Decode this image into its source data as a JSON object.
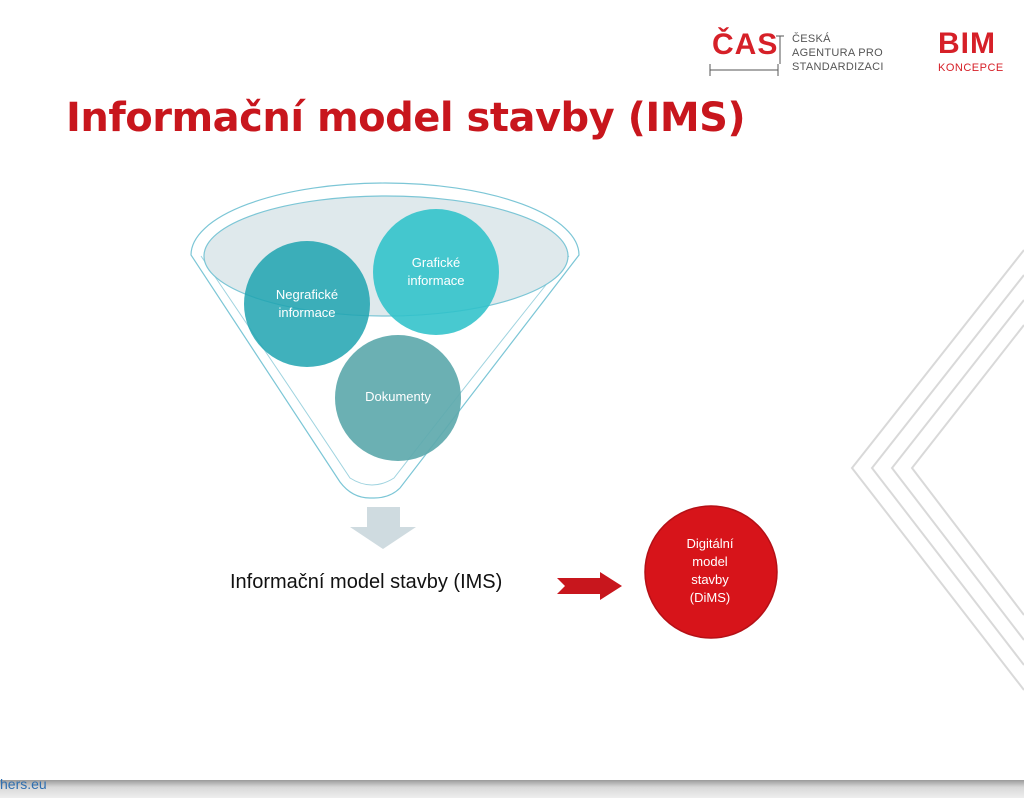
{
  "header": {
    "cas_logo": {
      "mark": "ČAS",
      "lines": [
        "ČESKÁ",
        "AGENTURA PRO",
        "STANDARDIZACI"
      ]
    },
    "bim_logo": {
      "mark": "BIM",
      "sub": "KONCEPCE"
    }
  },
  "title": "Informační model stavby (IMS)",
  "funnel": {
    "items": [
      {
        "label_lines": [
          "Negrafické",
          "informace"
        ],
        "color": "#1fa3b0"
      },
      {
        "label_lines": [
          "Grafické",
          "informace"
        ],
        "color": "#2fc1c9"
      },
      {
        "label_lines": [
          "Dokumenty"
        ],
        "color": "#5ea9ad"
      }
    ]
  },
  "result_label": "Informační model stavby (IMS)",
  "target": {
    "label_lines": [
      "Digitální",
      "model",
      "stavby",
      "(DiMS)"
    ],
    "color": "#d7141a"
  },
  "footer": {
    "url_fragment": "hers.eu"
  },
  "colors": {
    "title": "#c8161d",
    "brand_red": "#d62028",
    "funnel_stroke": "#7cc6d6",
    "down_arrow": "#cfdbe0"
  }
}
